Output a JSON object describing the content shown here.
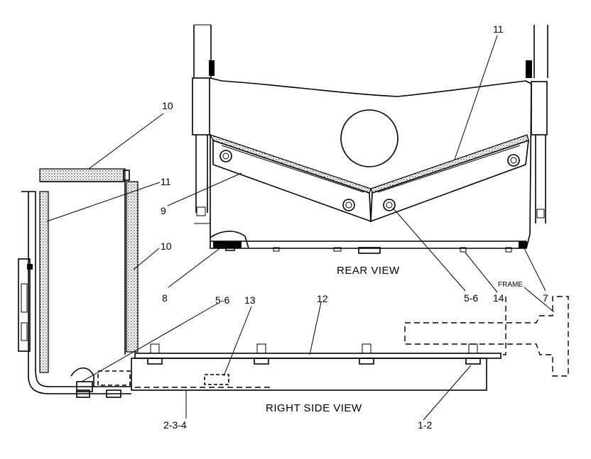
{
  "title": "",
  "views": {
    "rear": "REAR VIEW",
    "side": "RIGHT SIDE VIEW"
  },
  "frame_label": "FRAME",
  "callouts": {
    "c10_top": "10",
    "c11_left": "11",
    "c10_right": "10",
    "c9": "9",
    "c8": "8",
    "c56_left": "5-6",
    "c13": "13",
    "c12": "12",
    "c11_top": "11",
    "c56_right": "5-6",
    "c14": "14",
    "c7": "7",
    "c234": "2-3-4",
    "c12b": "1-2"
  }
}
